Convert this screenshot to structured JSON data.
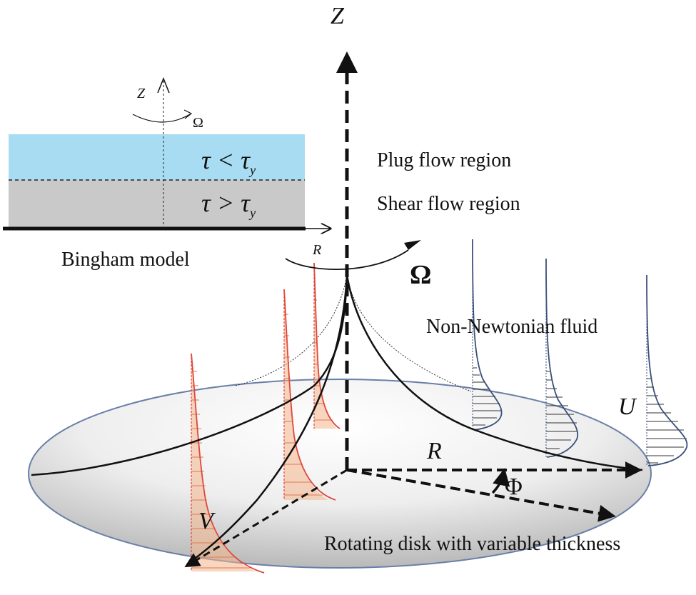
{
  "labels": {
    "z_main": "Z",
    "omega_main": "Ω",
    "r_main": "R",
    "phi": "Φ",
    "u": "U",
    "v": "V",
    "plug_flow": "Plug flow region",
    "shear_flow": "Shear flow region",
    "non_newtonian": "Non-Newtonian fluid",
    "rotating_disk": "Rotating disk with variable thickness"
  },
  "inset": {
    "z": "Z",
    "omega": "Ω",
    "r": "R",
    "tau_lt": "τ < τ",
    "tau_gt": "τ > τ",
    "sub_y": "y",
    "caption": "Bingham model"
  },
  "colors": {
    "plug_region": "#a8dcf2",
    "shear_region": "#c9c9c9",
    "v_profile": "#e0473a",
    "v_hatch": "#f2b58a",
    "u_profile": "#3a4f7a",
    "disk_edge": "#6a7fa8"
  }
}
